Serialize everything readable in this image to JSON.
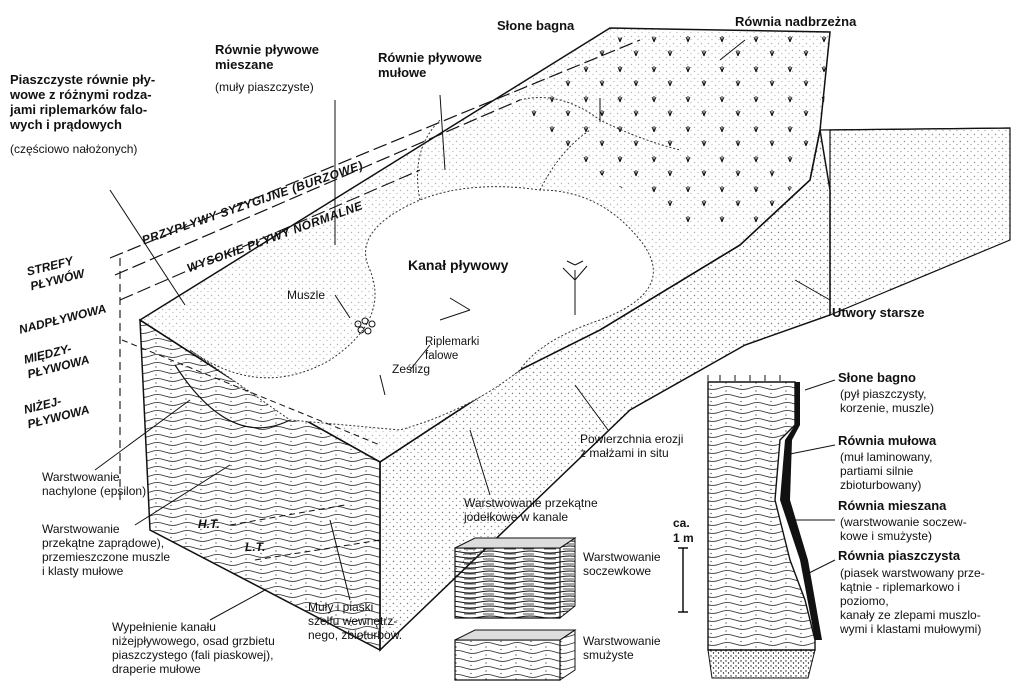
{
  "labels": {
    "slone_bagna": "Słone bagna",
    "rownia_nadbrzezna": "Równia nadbrzeżna",
    "rownie_mieszane": "Równie pływowe\nmieszane",
    "muly_piaszczyste": "(muły piaszczyste)",
    "rownie_mulowe": "Równie pływowe\nmułowe",
    "piaszczyste_title": "Piaszczyste równie pły-\nwowe z różnymi rodza-\njami riplemarków falo-\nwych i prądowych",
    "piaszczyste_sub": "(częściowo nałożonych)",
    "przyplywy_syzygijne": "PRZYPŁYWY SYZYGIJNE (BURZOWE)",
    "wysokie_plywy": "WYSOKIE PŁYWY NORMALNE",
    "strefy_plywow": "STREFY\nPŁYWÓW",
    "nadplywowa": "NADPŁYWOWA",
    "miedzyplywowa": "MIĘDZY-\nPŁYWOWA",
    "nizejplywowa": "NIŻEJ-\nPŁYWOWA",
    "kanal_plywowy": "Kanał pływowy",
    "muszle": "Muszle",
    "riplemarki": "Riplemarki\nfalowe",
    "zeslizg": "Ześlizg",
    "utwory_starsze": "Utwory starsze",
    "powierzchnia_erozji": "Powierzchnia erozji\nz małżami in situ",
    "warstwowanie_nachylone": "Warstwowanie\nnachylone (epsilon)",
    "warstwowanie_przekatne": "Warstwowanie\nprzekątne zaprądowe),\nprzemieszczone muszle\ni klasty mułowe",
    "ht": "H.T.",
    "lt": "L.T.",
    "warstwowanie_jodelkowe": "Warstwowanie przekątne\njodełkowe w kanale",
    "soczewkowe": "Warstwowanie\nsoczewkowe",
    "smuzyste": "Warstwowanie\nsmużyste",
    "wypelnienie": "Wypełnienie kanału\nniżejpływowego, osad grzbietu\npiaszczystego (fali piaskowej),\ndraperie mułowe",
    "muly_piaski": "Muły i piaski\nszelfu wewnętrz-\nnego, zbioturbow.",
    "scale": "ca.\n1 m",
    "col_slone_bagno_title": "Słone bagno",
    "col_slone_bagno_desc": "(pył piaszczysty,\nkorzenie, muszle)",
    "col_rownia_mulowa_title": "Równia mułowa",
    "col_rownia_mulowa_desc": "(muł laminowany,\npartiami silnie\nzbioturbowany)",
    "col_rownia_mieszana_title": "Równia mieszana",
    "col_rownia_mieszana_desc": "(warstwowanie soczew-\nkowe i smużyste)",
    "col_rownia_piaszczysta_title": "Równia piaszczysta",
    "col_rownia_piaszczysta_desc": "(piasek warstwowany prze-\nkątnie - riplemarkowo i\npoziomo,\nkanały ze zlepami muszlo-\nwymi i klastami mułowymi)"
  }
}
